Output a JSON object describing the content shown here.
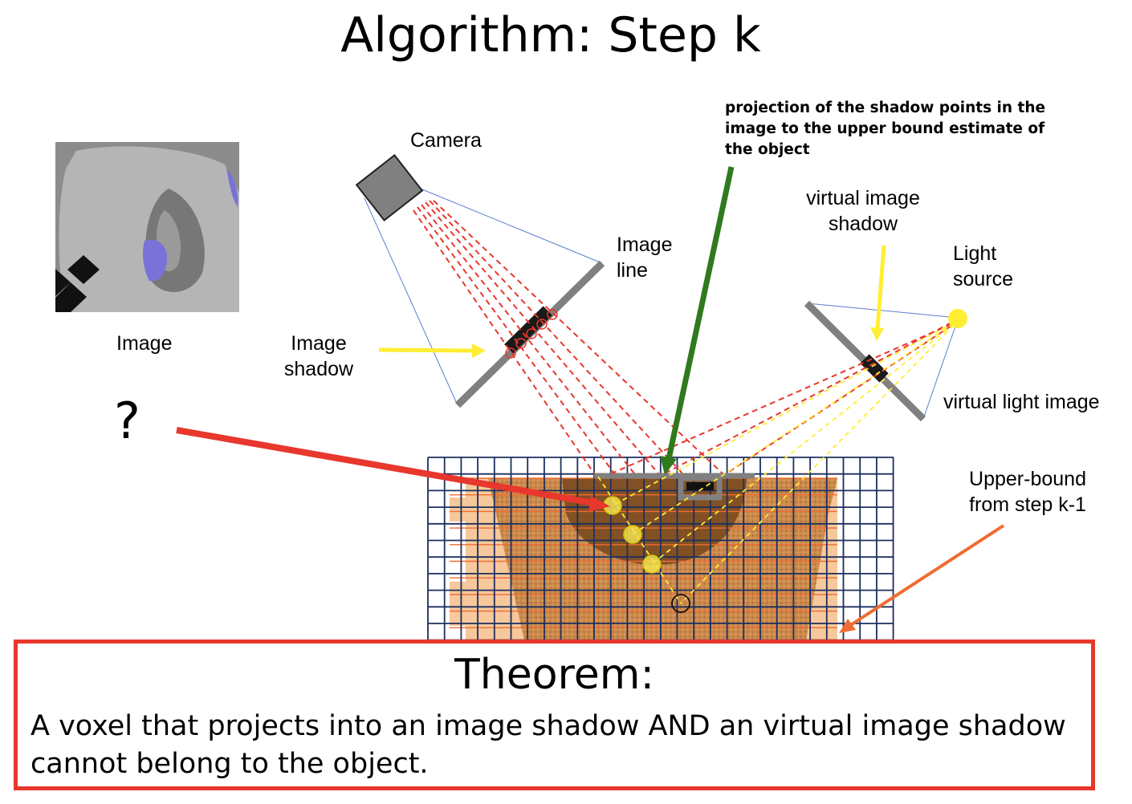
{
  "title": "Algorithm: Step k",
  "labels": {
    "image": "Image",
    "question_mark": "?",
    "camera": "Camera",
    "image_line": "Image\nline",
    "image_shadow": "Image\nshadow",
    "projection_note": "projection of the shadow points in the\nimage to the upper bound estimate of\nthe object",
    "virtual_image_shadow": "virtual image\nshadow",
    "light_source": "Light\nsource",
    "virtual_light_image": "virtual light image",
    "upper_bound": "Upper-bound\nfrom step k-1"
  },
  "theorem": {
    "heading": "Theorem:",
    "text": "A voxel that projects into an image shadow AND an virtual image shadow cannot belong to the object."
  },
  "colors": {
    "red": "#e8372c",
    "green": "#2f7a1e",
    "yellow": "#ffee33",
    "orange": "#ef6c32",
    "grid": "#1d2f5f",
    "upper_bound_fill": "#f6c89b",
    "object_fill": "#cc8a4c",
    "gray": "#808080"
  }
}
